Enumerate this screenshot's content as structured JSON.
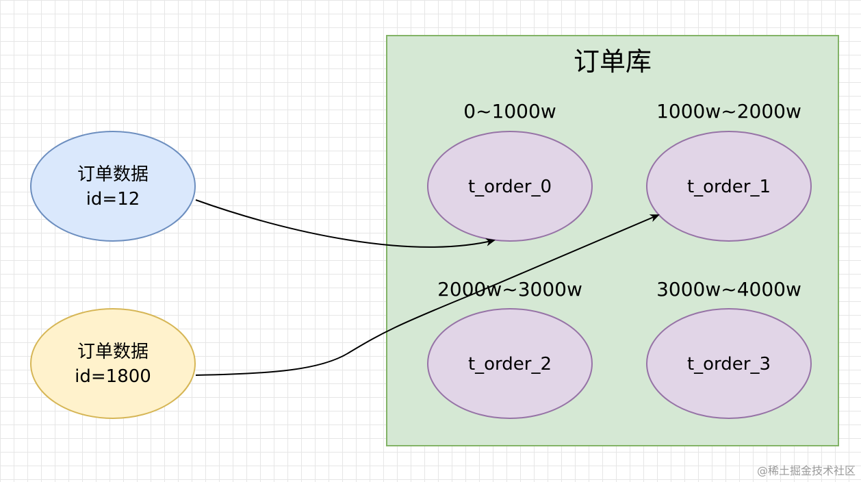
{
  "database": {
    "title": "订单库"
  },
  "tables": [
    {
      "name": "t_order_0",
      "range": "0~1000w"
    },
    {
      "name": "t_order_1",
      "range": "1000w~2000w"
    },
    {
      "name": "t_order_2",
      "range": "2000w~3000w"
    },
    {
      "name": "t_order_3",
      "range": "3000w~4000w"
    }
  ],
  "records": [
    {
      "label": "订单数据",
      "id_text": "id=12",
      "target": "t_order_0"
    },
    {
      "label": "订单数据",
      "id_text": "id=1800",
      "target": "t_order_1"
    }
  ],
  "colors": {
    "database_fill": "#d5e8d4",
    "database_stroke": "#82b366",
    "table_fill": "#e1d5e7",
    "table_stroke": "#9673a6",
    "record_1_fill": "#dae8fc",
    "record_1_stroke": "#6c8ebf",
    "record_2_fill": "#fff2cc",
    "record_2_stroke": "#d6b656",
    "edge": "#000000",
    "grid": "#e6e6e6"
  },
  "watermark": "@稀土掘金技术社区"
}
